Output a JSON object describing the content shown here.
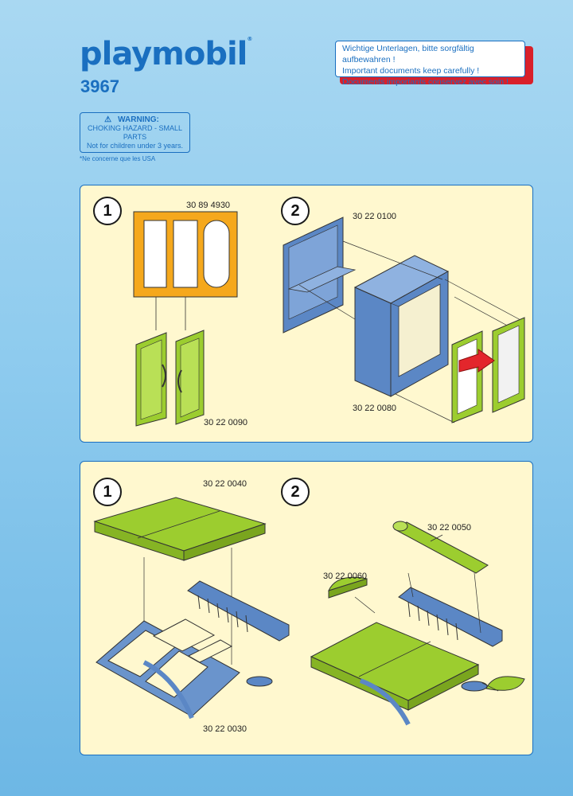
{
  "header": {
    "brand": "playmobil",
    "trademark": "®",
    "model_number": "3967"
  },
  "warning": {
    "icon": "warning-triangle-icon",
    "title": "WARNING:",
    "line1": "CHOKING HAZARD - SMALL PARTS",
    "line2": "Not for children under 3 years."
  },
  "disclaimer": "*Ne concerne que les USA",
  "documents_note": {
    "de": "Wichtige Unterlagen, bitte sorgfältig aufbewahren !",
    "en": "Important documents keep carefully !",
    "fr": "Documents importants conservez avec soin !"
  },
  "panel_top": {
    "step1": {
      "number": "1",
      "sticker_code": "30 89 4930",
      "doors_code": "30 22 0090"
    },
    "step2": {
      "number": "2",
      "shelf_code": "30 22 0100",
      "cabinet_code": "30 22 0080"
    }
  },
  "panel_bottom": {
    "step1": {
      "number": "1",
      "mattress_code": "30 22 0040",
      "frame_code": "30 22 0030"
    },
    "step2": {
      "number": "2",
      "pillow_code": "30 22 0050",
      "nightstand_code": "30 22 0060"
    }
  },
  "colors": {
    "brand_blue": "#1a6fc0",
    "part_blue": "#5b87c5",
    "part_green": "#9ccd2f",
    "sticker_orange": "#f5a81c",
    "panel_bg": "#fff8cf",
    "arrow_red": "#e3262c"
  }
}
